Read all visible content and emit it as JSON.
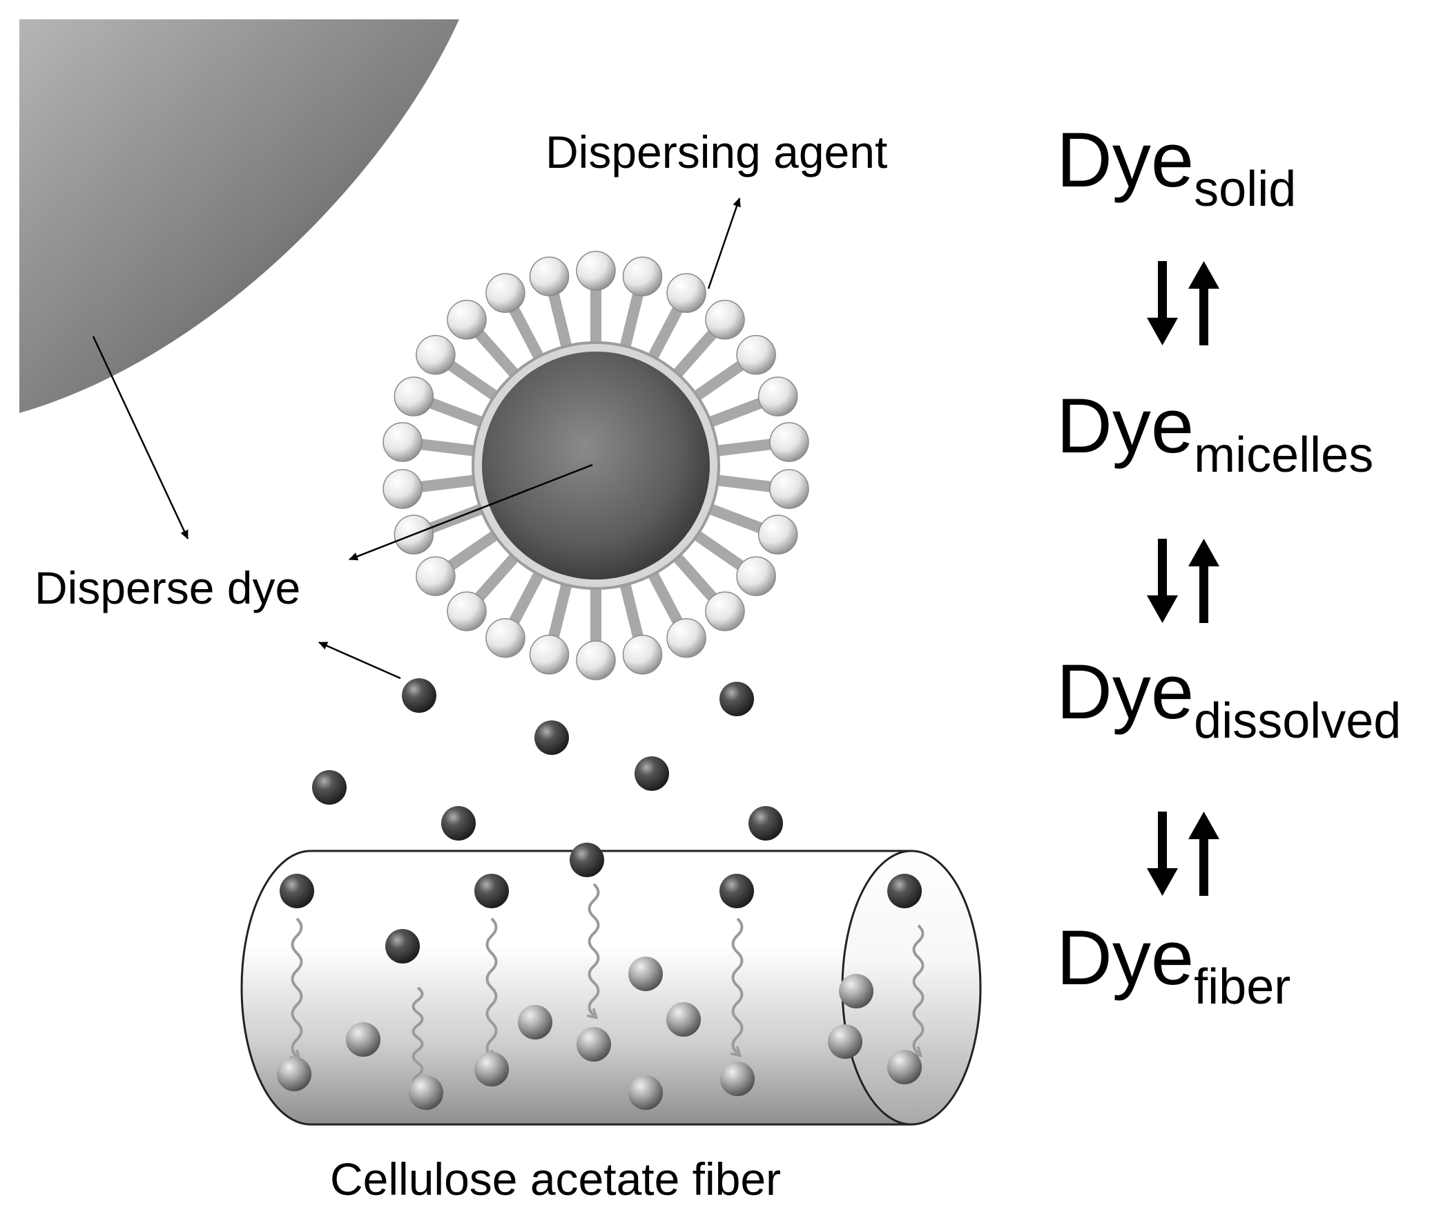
{
  "labels": {
    "dispersing_agent": "Dispersing agent",
    "disperse_dye": "Disperse dye",
    "fiber": "Cellulose acetate fiber"
  },
  "equilibrium": {
    "base": "Dye",
    "states": [
      {
        "sub": "solid"
      },
      {
        "sub": "micelles"
      },
      {
        "sub": "dissolved"
      },
      {
        "sub": "fiber"
      }
    ],
    "arrow_symbol": "⇅"
  },
  "colors": {
    "dye_particle": "#4a4a4a",
    "agent_head": "#f4f4f4",
    "agent_tail": "#a8a8a8",
    "fiber_fill": "#d9d9d9",
    "arrow": "#000000"
  }
}
